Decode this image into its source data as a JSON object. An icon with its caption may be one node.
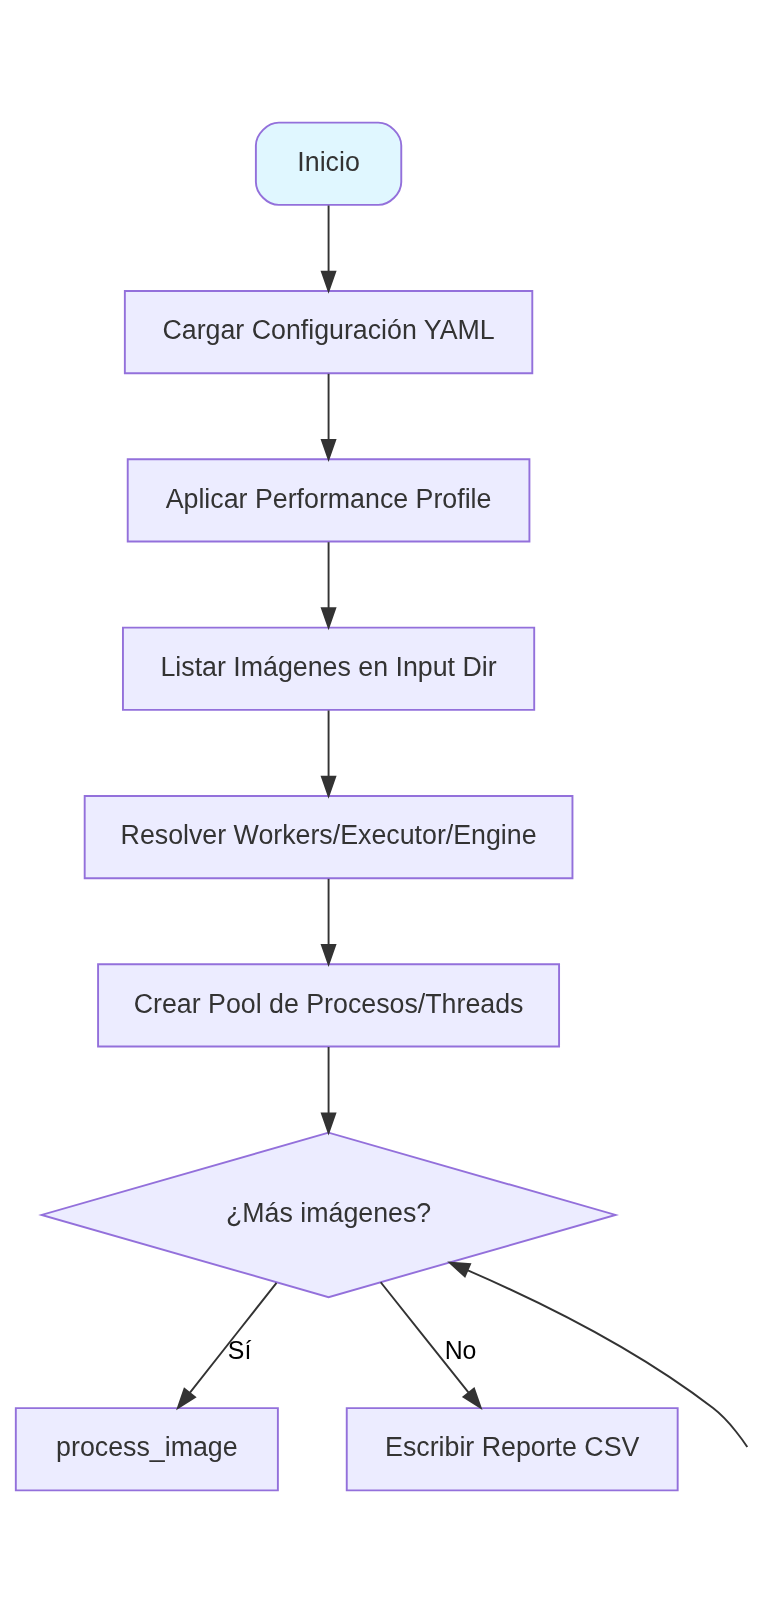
{
  "diagram": {
    "nodes": [
      {
        "text": [
          "Inicio"
        ]
      },
      {
        "text": [
          "Cargar Configuración YAML"
        ]
      },
      {
        "text": [
          "Aplicar Performance Profile"
        ]
      },
      {
        "text": [
          "Listar Imágenes en Input Dir"
        ]
      },
      {
        "text": [
          "Resolver Workers/Executor/Engine"
        ]
      },
      {
        "text": [
          "Crear Pool de Procesos/Threads"
        ]
      },
      {
        "text": [
          "¿Más imágenes?"
        ]
      },
      {
        "text": [
          "process_image"
        ]
      },
      {
        "text": [
          "Escribir Reporte CSV"
        ]
      }
    ],
    "edges": [
      {
        "from": 0,
        "to": 1,
        "arrow": "to"
      },
      {
        "from": 1,
        "to": 2,
        "arrow": "to"
      },
      {
        "from": 2,
        "to": 3,
        "arrow": "to"
      },
      {
        "from": 3,
        "to": 4,
        "arrow": "to"
      },
      {
        "from": 4,
        "to": 5,
        "arrow": "to"
      },
      {
        "from": 5,
        "to": 6,
        "arrow": "to"
      },
      {
        "from": 6,
        "to": 7,
        "label": "Sí",
        "arrow": "to"
      },
      {
        "from": 6,
        "to": 8,
        "label": "No",
        "arrow": "to"
      },
      {
        "from": null,
        "to": 6,
        "arrow": "to"
      }
    ]
  }
}
